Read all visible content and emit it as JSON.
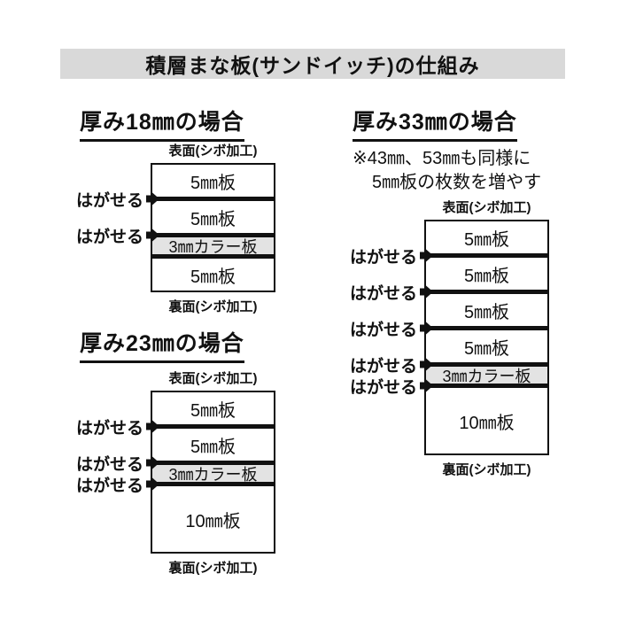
{
  "title": "積層まな板(サンドイッチ)の仕組み",
  "labels": {
    "peel": "はがせる",
    "surface": "表面(シボ加工)",
    "back": "裏面(シボ加工)"
  },
  "colors": {
    "title_bar_bg": "#d9d9d9",
    "color_plate_bg": "#e3e3e3",
    "line": "#111111"
  },
  "cases": [
    {
      "heading": "厚み18㎜の場合",
      "note_lines": [],
      "layers": [
        {
          "label": "5㎜板",
          "mm": 5,
          "color": false,
          "divider": true,
          "peel": true
        },
        {
          "label": "5㎜板",
          "mm": 5,
          "color": false,
          "divider": true,
          "peel": true
        },
        {
          "label": "3㎜カラー板",
          "mm": 3,
          "color": true,
          "divider": true,
          "peel": false
        },
        {
          "label": "5㎜板",
          "mm": 5,
          "color": false,
          "divider": false,
          "peel": false
        }
      ]
    },
    {
      "heading": "厚み23㎜の場合",
      "note_lines": [],
      "layers": [
        {
          "label": "5㎜板",
          "mm": 5,
          "color": false,
          "divider": true,
          "peel": true
        },
        {
          "label": "5㎜板",
          "mm": 5,
          "color": false,
          "divider": true,
          "peel": true
        },
        {
          "label": "3㎜カラー板",
          "mm": 3,
          "color": true,
          "divider": true,
          "peel": true
        },
        {
          "label": "10㎜板",
          "mm": 10,
          "color": false,
          "divider": false,
          "peel": false
        }
      ]
    },
    {
      "heading": "厚み33㎜の場合",
      "note_lines": [
        "※43㎜、53㎜も同様に",
        "5㎜板の枚数を増やす"
      ],
      "layers": [
        {
          "label": "5㎜板",
          "mm": 5,
          "color": false,
          "divider": true,
          "peel": true
        },
        {
          "label": "5㎜板",
          "mm": 5,
          "color": false,
          "divider": true,
          "peel": true
        },
        {
          "label": "5㎜板",
          "mm": 5,
          "color": false,
          "divider": true,
          "peel": true
        },
        {
          "label": "5㎜板",
          "mm": 5,
          "color": false,
          "divider": true,
          "peel": true
        },
        {
          "label": "3㎜カラー板",
          "mm": 3,
          "color": true,
          "divider": true,
          "peel": true
        },
        {
          "label": "10㎜板",
          "mm": 10,
          "color": false,
          "divider": false,
          "peel": false
        }
      ]
    }
  ]
}
